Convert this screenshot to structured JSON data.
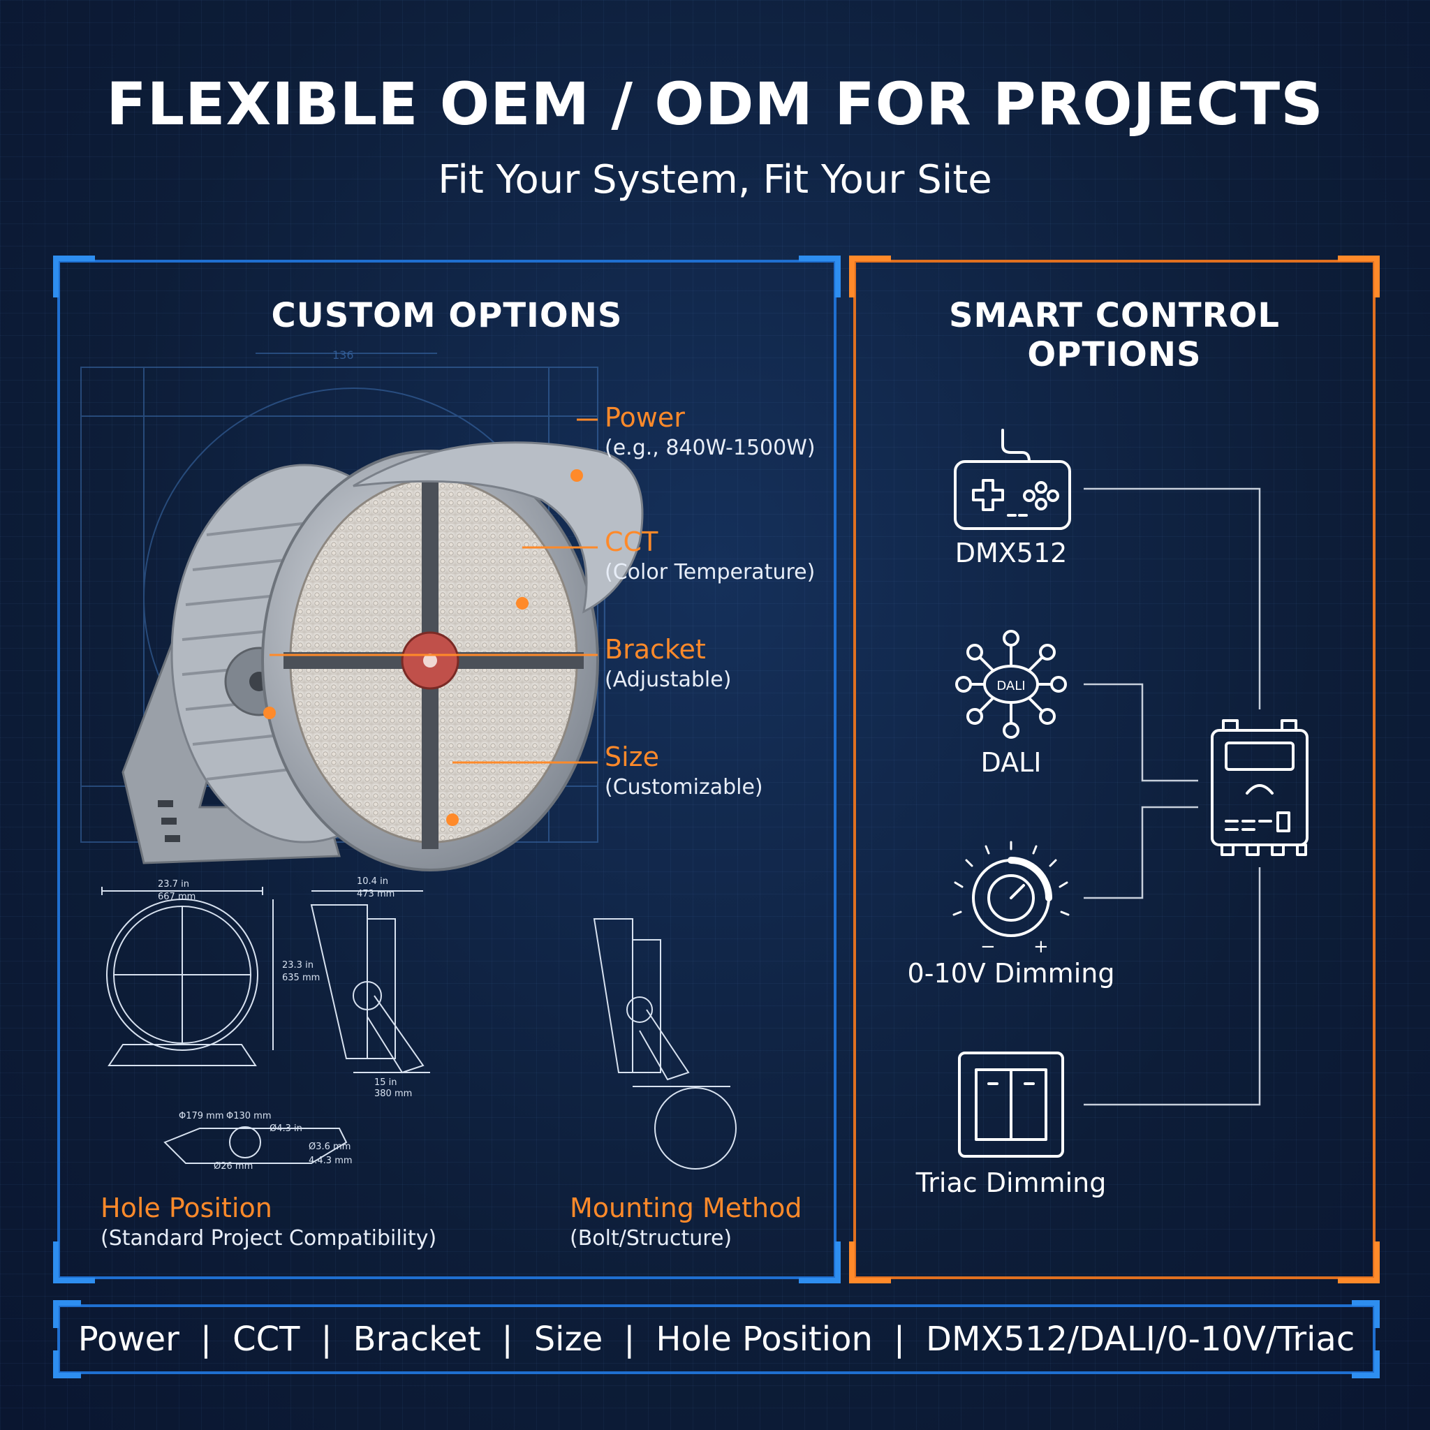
{
  "header": {
    "title": "FLEXIBLE OEM / ODM FOR PROJECTS",
    "subtitle": "Fit Your System, Fit Your Site"
  },
  "left_panel": {
    "title": "CUSTOM OPTIONS",
    "callouts": [
      {
        "name": "Power",
        "desc": "(e.g., 840W-1500W)"
      },
      {
        "name": "CCT",
        "desc": "(Color Temperature)"
      },
      {
        "name": "Bracket",
        "desc": "(Adjustable)"
      },
      {
        "name": "Size",
        "desc": "(Customizable)"
      }
    ],
    "hole_position": {
      "name": "Hole Position",
      "desc": "(Standard Project Compatibility)"
    },
    "mounting_method": {
      "name": "Mounting Method",
      "desc": "(Bolt/Structure)"
    },
    "dimensions": {
      "front_width_in": "23.7 in",
      "front_width_mm": "667 mm",
      "front_height_in": "23.3 in",
      "front_height_mm": "635 mm",
      "side_width_in": "10.4 in",
      "side_width_mm": "473 mm",
      "side_base_in": "15 in",
      "side_base_mm": "380 mm",
      "hole_a": "Φ179 mm",
      "hole_b": "Φ130 mm",
      "hole_c": "Ø4.3 in",
      "hole_d": "Ø3.6 mm",
      "hole_e": "4.4.3 mm",
      "hole_f": "Ø26 mm"
    }
  },
  "right_panel": {
    "title": "SMART CONTROL OPTIONS",
    "controls": [
      {
        "label": "DMX512",
        "icon": "gamepad-icon"
      },
      {
        "label": "DALI",
        "icon": "dali-hub-icon",
        "icon_text": "DALI"
      },
      {
        "label": "0-10V Dimming",
        "icon": "dimmer-dial-icon",
        "minus": "−",
        "plus": "+"
      },
      {
        "label": "Triac Dimming",
        "icon": "wall-switch-icon"
      }
    ],
    "controller_icon": "controller-box-icon"
  },
  "bottom_bar": {
    "items": [
      "Power",
      "CCT",
      "Bracket",
      "Size",
      "Hole Position",
      "DMX512/DALI/0-10V/Triac"
    ],
    "separator": "|"
  },
  "colors": {
    "accent_orange": "#ff8a2a",
    "accent_blue": "#1f6fd0",
    "background": "#0e1f3b"
  }
}
